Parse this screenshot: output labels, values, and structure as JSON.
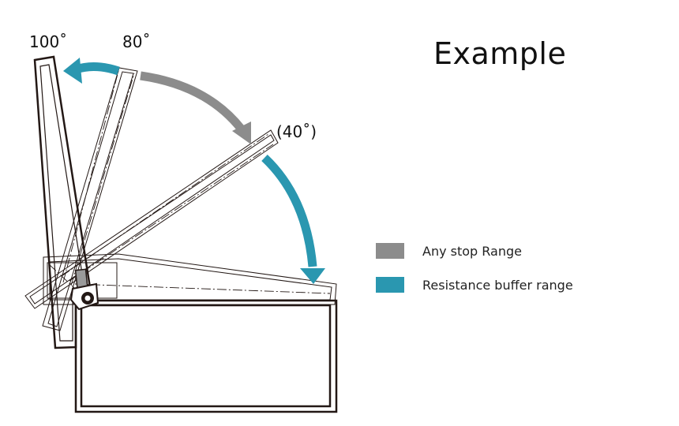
{
  "title": "Example",
  "angles": {
    "a100": "100˚",
    "a80": "80˚",
    "a40": "(40˚)"
  },
  "legend": [
    {
      "label": "Any stop Range",
      "color": "#8c8c8c"
    },
    {
      "label": "Resistance buffer range",
      "color": "#2a97b0"
    }
  ],
  "colors": {
    "line": "#231815",
    "gray_arrow": "#8c8c8c",
    "teal_arrow": "#2a97b0"
  }
}
